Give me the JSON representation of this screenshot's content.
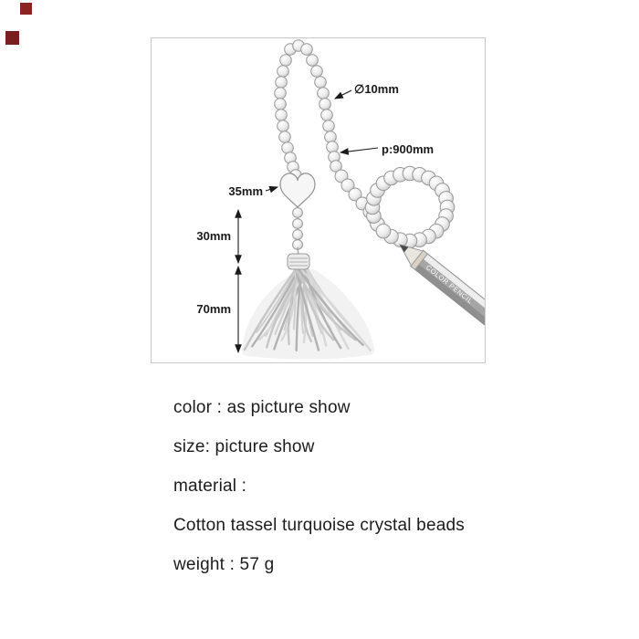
{
  "corner_marks": {
    "color": "#8b2323",
    "style_1": "background:#8b2323",
    "style_2": "background:#7a1f1f"
  },
  "diagram": {
    "pencil_label": "COLOR PENCIL",
    "annotations": {
      "bead_diameter": "∅10mm",
      "strand_length": "p:900mm",
      "pendant_width": "35mm",
      "connector_length": "30mm",
      "tassel_length": "70mm"
    }
  },
  "details": {
    "color_line": "color : as picture show",
    "size_line": "size: picture show",
    "material_label": "material :",
    "material_value": "Cotton tassel turquoise crystal beads",
    "weight_line": "weight : 57 g"
  }
}
